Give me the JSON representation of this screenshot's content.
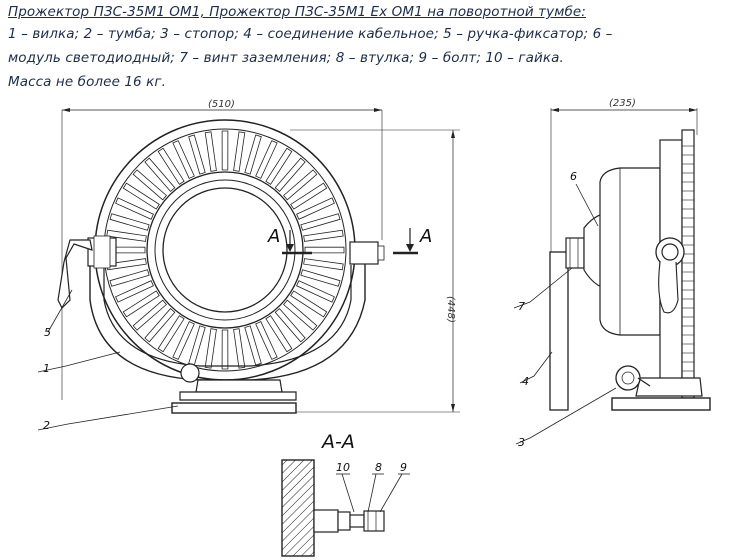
{
  "caption": {
    "line1": "Прожектор  ПЗС-35М1 ОМ1, Прожектор ПЗС-35М1 Ex ОМ1 на поворотной тумбе:",
    "line2": "1 – вилка; 2 – тумба; 3 – стопор; 4 – соединение кабельное; 5 – ручка-фиксатор; 6 –",
    "line3": "модуль светодиодный; 7 – винт заземления; 8 – втулка; 9 – болт; 10 – гайка.",
    "line4": "Масса не более 16 кг."
  },
  "dimensions": {
    "width_front": "(510)",
    "height_front": "(448)",
    "width_side": "(235)"
  },
  "callouts": {
    "c1": "1",
    "c2": "2",
    "c3": "3",
    "c4": "4",
    "c5": "5",
    "c6": "6",
    "c7": "7",
    "c8": "8",
    "c9": "9",
    "c10": "10"
  },
  "section": {
    "marker_left": "A",
    "marker_right": "A",
    "title": "A-A"
  }
}
